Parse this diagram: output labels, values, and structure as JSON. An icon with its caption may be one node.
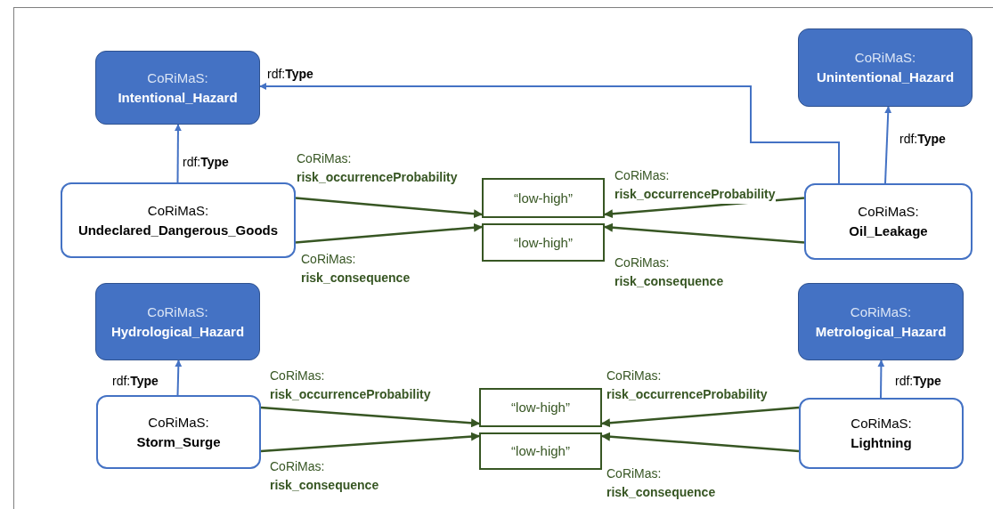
{
  "diagram": {
    "nodes": [
      {
        "text": [
          "CoRiMaS:",
          "Intentional_Hazard"
        ]
      },
      {
        "text": [
          "CoRiMaS:",
          "Unintentional_Hazard"
        ]
      },
      {
        "text": [
          "CoRiMaS:",
          "Undeclared_Dangerous_Goods"
        ]
      },
      {
        "text": [
          "“low-high”"
        ]
      },
      {
        "text": [
          "“low-high”"
        ]
      },
      {
        "text": [
          "CoRiMaS:",
          "Oil_Leakage"
        ]
      },
      {
        "text": [
          "CoRiMaS:",
          "Hydrological_Hazard"
        ]
      },
      {
        "text": [
          "CoRiMaS:",
          "Metrological_Hazard"
        ]
      },
      {
        "text": [
          "CoRiMaS:",
          "Storm_Surge"
        ]
      },
      {
        "text": [
          "“low-high”"
        ]
      },
      {
        "text": [
          "“low-high”"
        ]
      },
      {
        "text": [
          "CoRiMaS:",
          "Lightning"
        ]
      }
    ],
    "edges": [
      {
        "from": 2,
        "to": 0,
        "arrow": "to",
        "label": "rdf:**Type**",
        "color": "#4472c4"
      },
      {
        "from": 5,
        "to": 0,
        "arrow": "to",
        "label": "rdf:**Type**",
        "color": "#4472c4"
      },
      {
        "from": 5,
        "to": 1,
        "arrow": "to",
        "label": "rdf:**Type**",
        "color": "#4472c4"
      },
      {
        "from": 2,
        "to": 3,
        "arrow": "to",
        "label": "CoRiMas: **risk_occurrenceProbability**"
      },
      {
        "from": 2,
        "to": 4,
        "arrow": "to",
        "label": "CoRiMas: **risk_consequence**"
      },
      {
        "from": 5,
        "to": 3,
        "arrow": "to",
        "label": "CoRiMas: **risk_occurrenceProbability**"
      },
      {
        "from": 5,
        "to": 4,
        "arrow": "to",
        "label": "CoRiMas: **risk_consequence**"
      },
      {
        "from": 8,
        "to": 6,
        "arrow": "to",
        "label": "rdf:**Type**",
        "color": "#4472c4"
      },
      {
        "from": 11,
        "to": 7,
        "arrow": "to",
        "label": "rdf:**Type**",
        "color": "#4472c4"
      },
      {
        "from": 8,
        "to": 9,
        "arrow": "to",
        "label": "CoRiMas: **risk_occurrenceProbability**"
      },
      {
        "from": 8,
        "to": 10,
        "arrow": "to",
        "label": "CoRiMas: **risk_consequence**"
      },
      {
        "from": 11,
        "to": 9,
        "arrow": "to",
        "label": "CoRiMas: **risk_occurrenceProbability**"
      },
      {
        "from": 11,
        "to": 10,
        "arrow": "to",
        "label": "CoRiMas: **risk_consequence**"
      }
    ]
  }
}
